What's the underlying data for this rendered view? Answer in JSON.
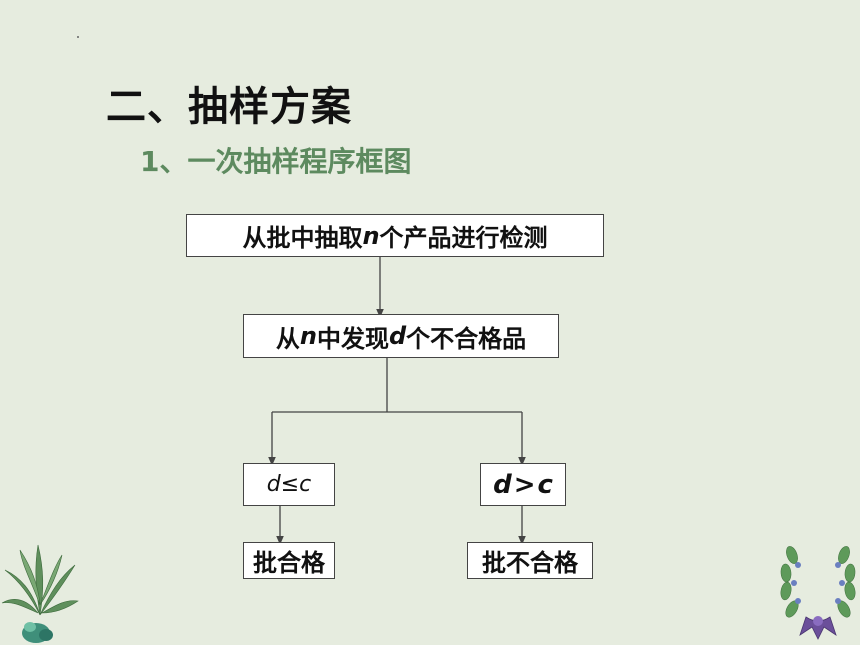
{
  "slide": {
    "title": "二、抽样方案",
    "subtitle": "1、一次抽样程序框图"
  },
  "flowchart": {
    "step1": {
      "prefix": "从批中抽取",
      "var": "n",
      "suffix": "个产品进行检测"
    },
    "step2": {
      "prefix": "从",
      "var1": "n",
      "middle": "中发现",
      "var2": "d",
      "suffix": "个不合格品"
    },
    "cond_left": {
      "var1": "d",
      "op": "≤",
      "var2": "c"
    },
    "cond_right": {
      "var1": "d",
      "op": ">",
      "var2": "c"
    },
    "result_left": "批合格",
    "result_right": "批不合格"
  },
  "colors": {
    "background": "#e6ecdf",
    "subtitle": "#5d8a5f",
    "line": "#444444"
  },
  "icons": {
    "left_decoration": "leafy-plant-icon",
    "right_decoration": "laurel-wreath-icon"
  }
}
